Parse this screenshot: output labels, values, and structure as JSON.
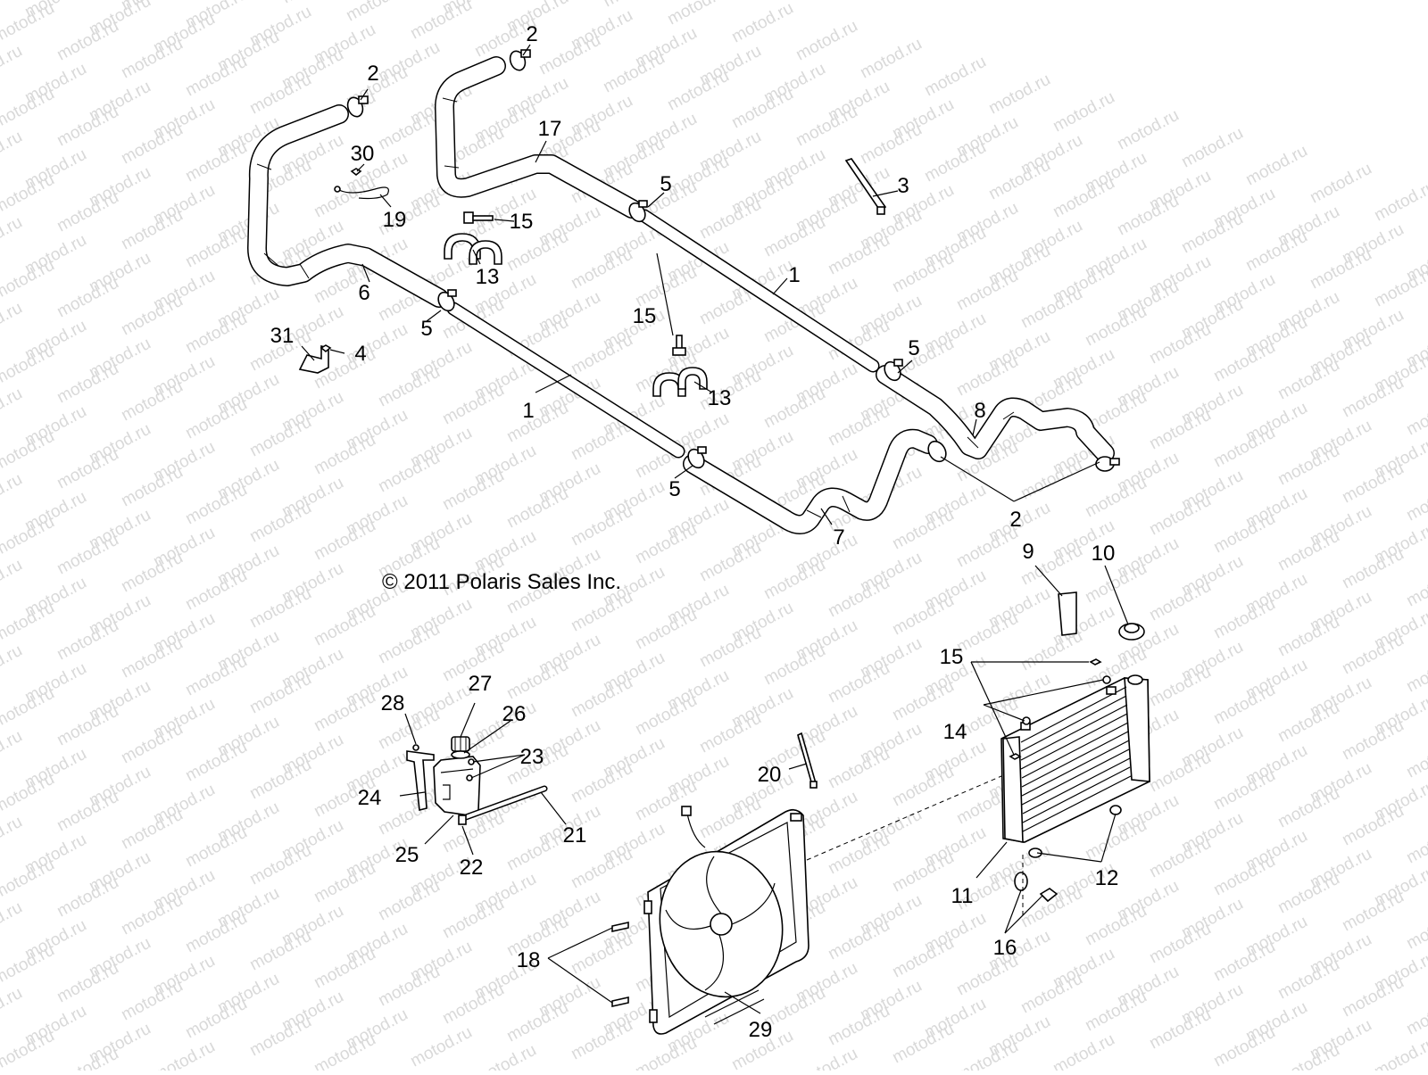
{
  "watermark": {
    "text": "motod.ru"
  },
  "copyright": "© 2011 Polaris Sales Inc.",
  "callouts": {
    "c1a": "1",
    "c1b": "1",
    "c2a": "2",
    "c2b": "2",
    "c2c": "2",
    "c3": "3",
    "c4": "4",
    "c5a": "5",
    "c5b": "5",
    "c5c": "5",
    "c5d": "5",
    "c6": "6",
    "c7": "7",
    "c8": "8",
    "c9": "9",
    "c10": "10",
    "c11": "11",
    "c12": "12",
    "c13a": "13",
    "c13b": "13",
    "c14": "14",
    "c15a": "15",
    "c15b": "15",
    "c15c": "15",
    "c16": "16",
    "c17": "17",
    "c18": "18",
    "c19": "19",
    "c20": "20",
    "c21": "21",
    "c22": "22",
    "c23": "23",
    "c24": "24",
    "c25": "25",
    "c26": "26",
    "c27": "27",
    "c28": "28",
    "c29": "29",
    "c30": "30",
    "c31": "31"
  }
}
